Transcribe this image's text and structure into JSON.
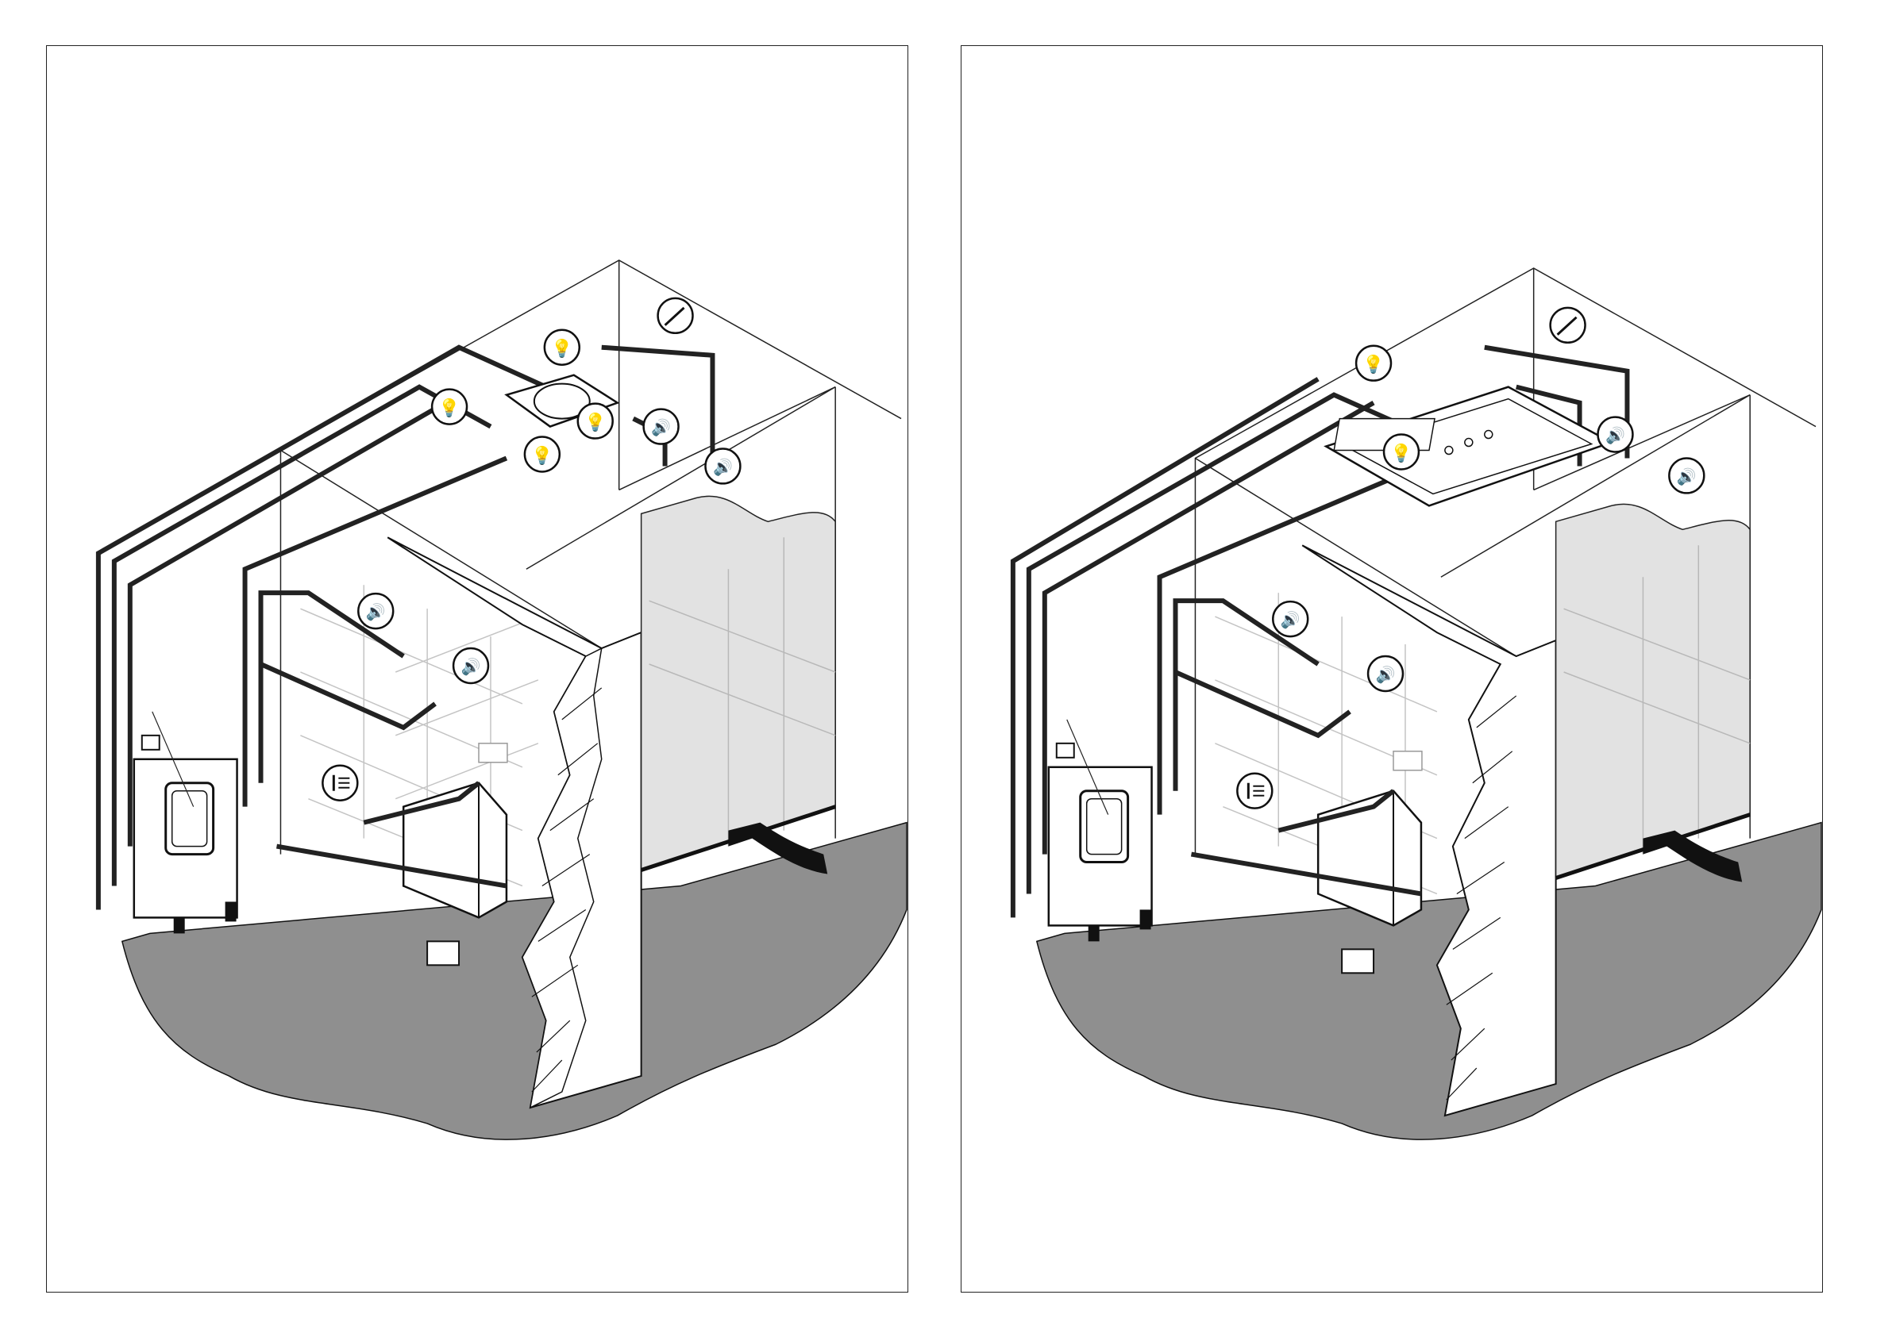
{
  "figures": [
    {
      "id": "left",
      "ceiling_panel": "round-overhead-shower",
      "light_count": 4,
      "speaker_count": 4
    },
    {
      "id": "right",
      "ceiling_panel": "rectangular-overhead-shower",
      "light_count": 2,
      "speaker_count": 4
    }
  ],
  "icons": {
    "light": "light-bulb-icon",
    "speaker": "speaker-icon",
    "scent": "scent-pipette-icon",
    "steam": "steam-outlet-icon"
  },
  "colors": {
    "floor": "#8f8f8f",
    "line": "#111111",
    "glass": "#e2e2e2",
    "tile_grid": "#bdbdbd"
  },
  "footer": {
    "text": ""
  }
}
